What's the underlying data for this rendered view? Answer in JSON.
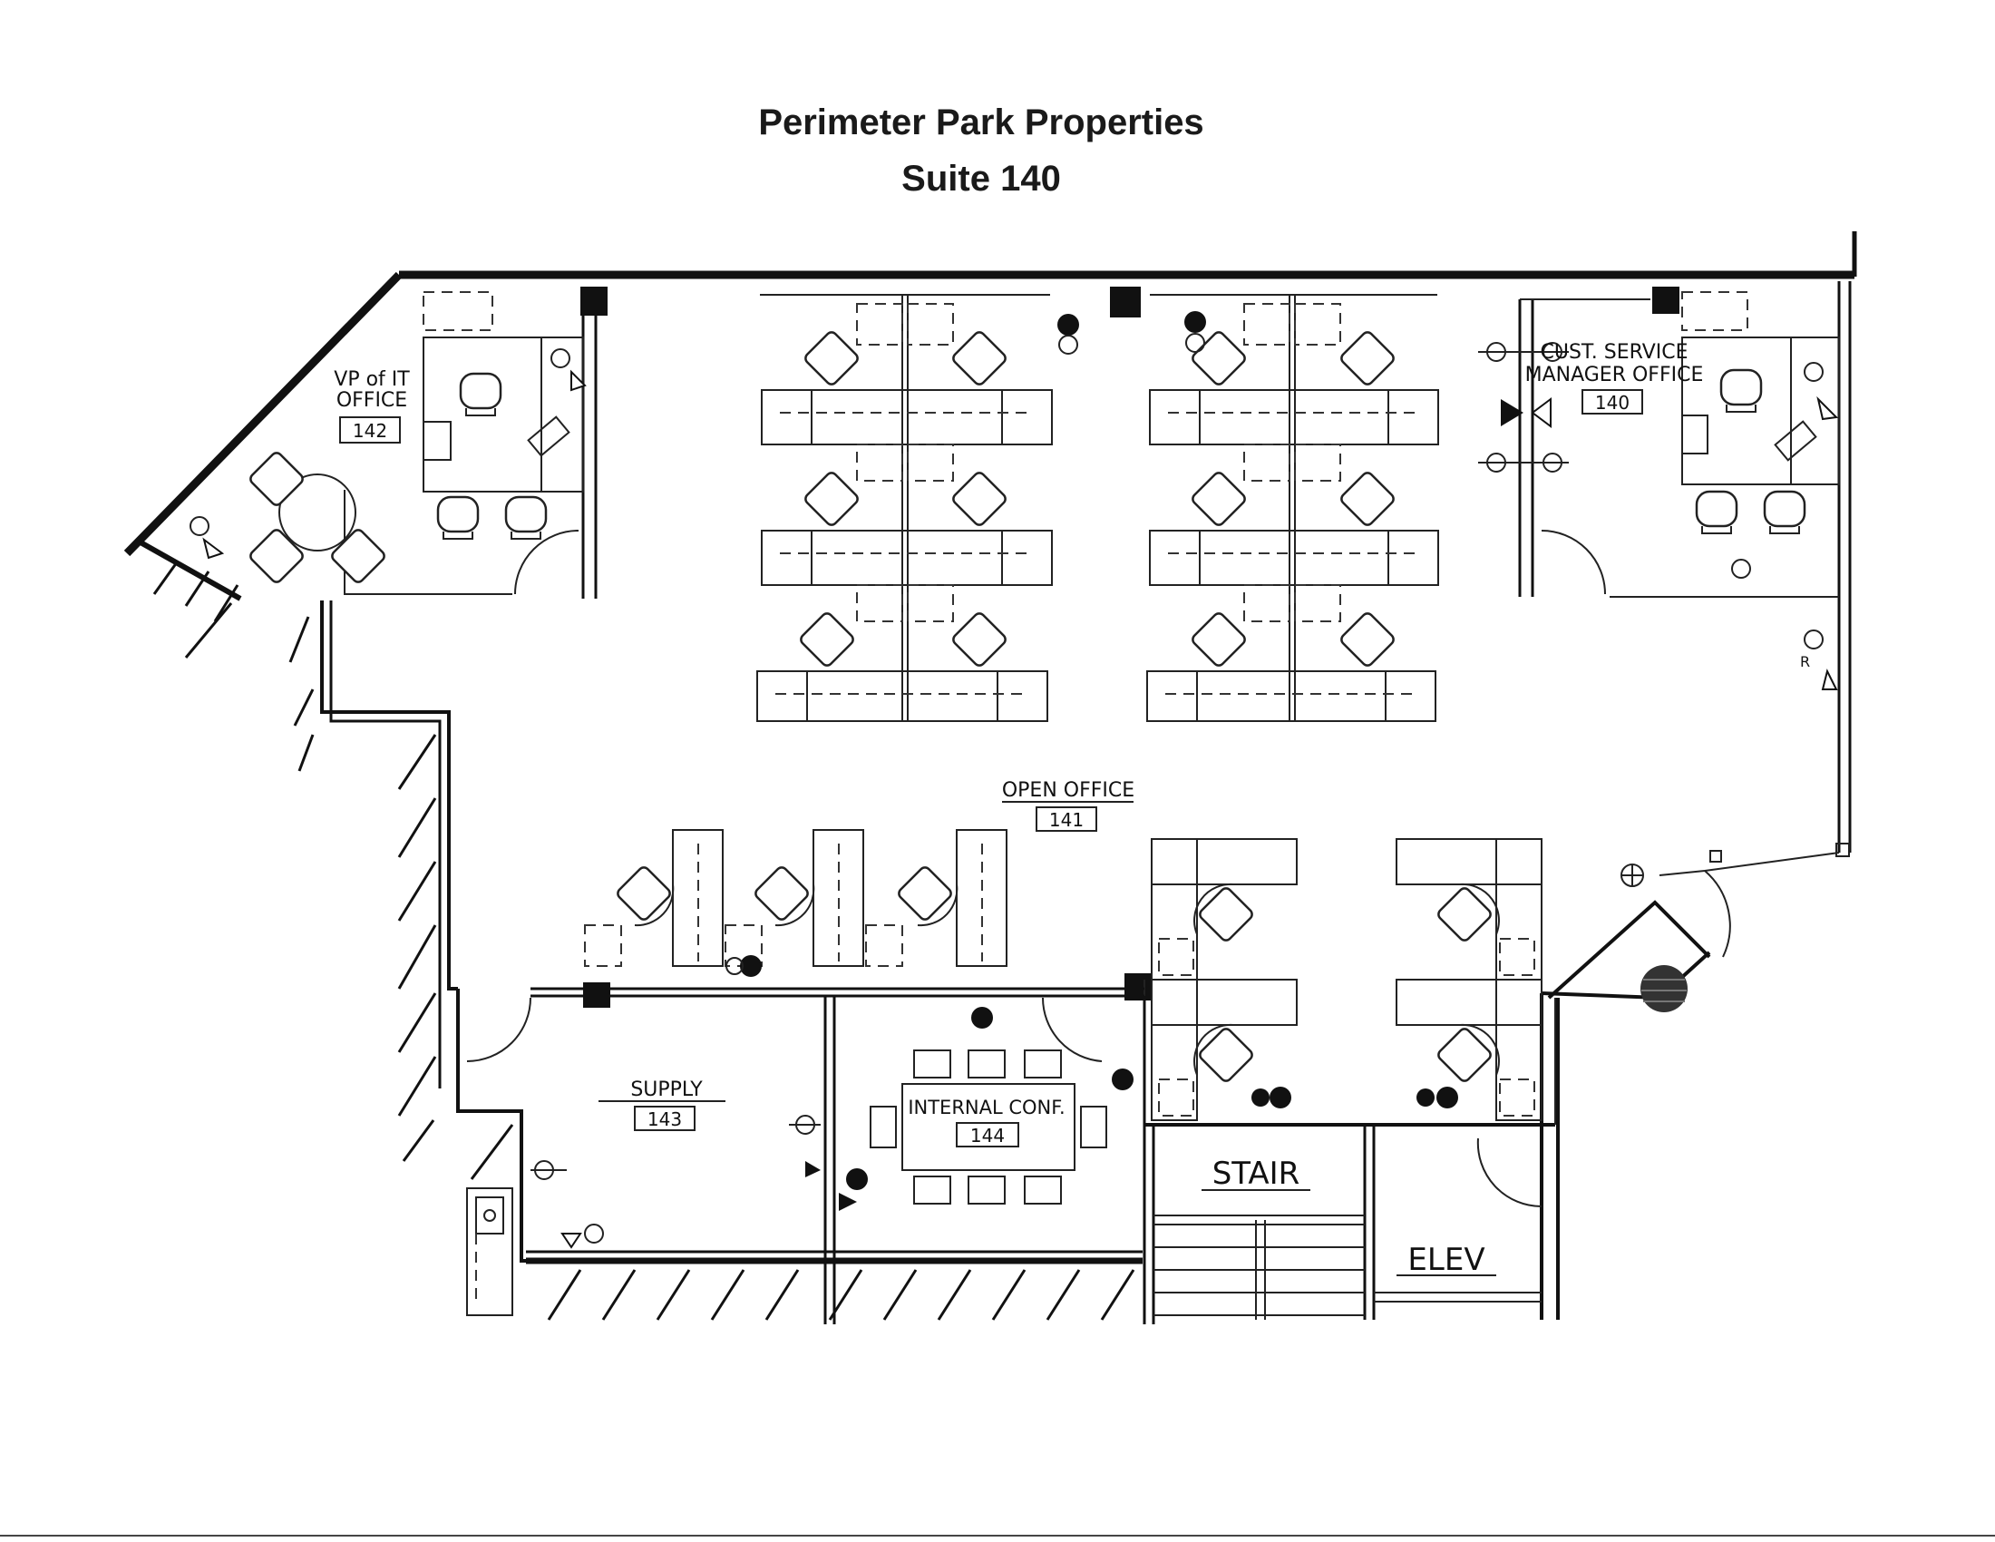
{
  "header": {
    "title": "Perimeter Park Properties",
    "subtitle": "Suite 140"
  },
  "rooms": {
    "vp_office_name": "VP of IT",
    "vp_office_line2": "OFFICE",
    "vp_office_number": "142",
    "cust_service_line1": "CUST. SERVICE",
    "cust_service_line2": "MANAGER OFFICE",
    "cust_service_number": "140",
    "open_office_name": "OPEN OFFICE",
    "open_office_number": "141",
    "supply_name": "SUPPLY",
    "supply_number": "143",
    "conf_name": "INTERNAL CONF.",
    "conf_number": "144",
    "stair": "STAIR",
    "elev": "ELEV",
    "r_mark": "R"
  }
}
